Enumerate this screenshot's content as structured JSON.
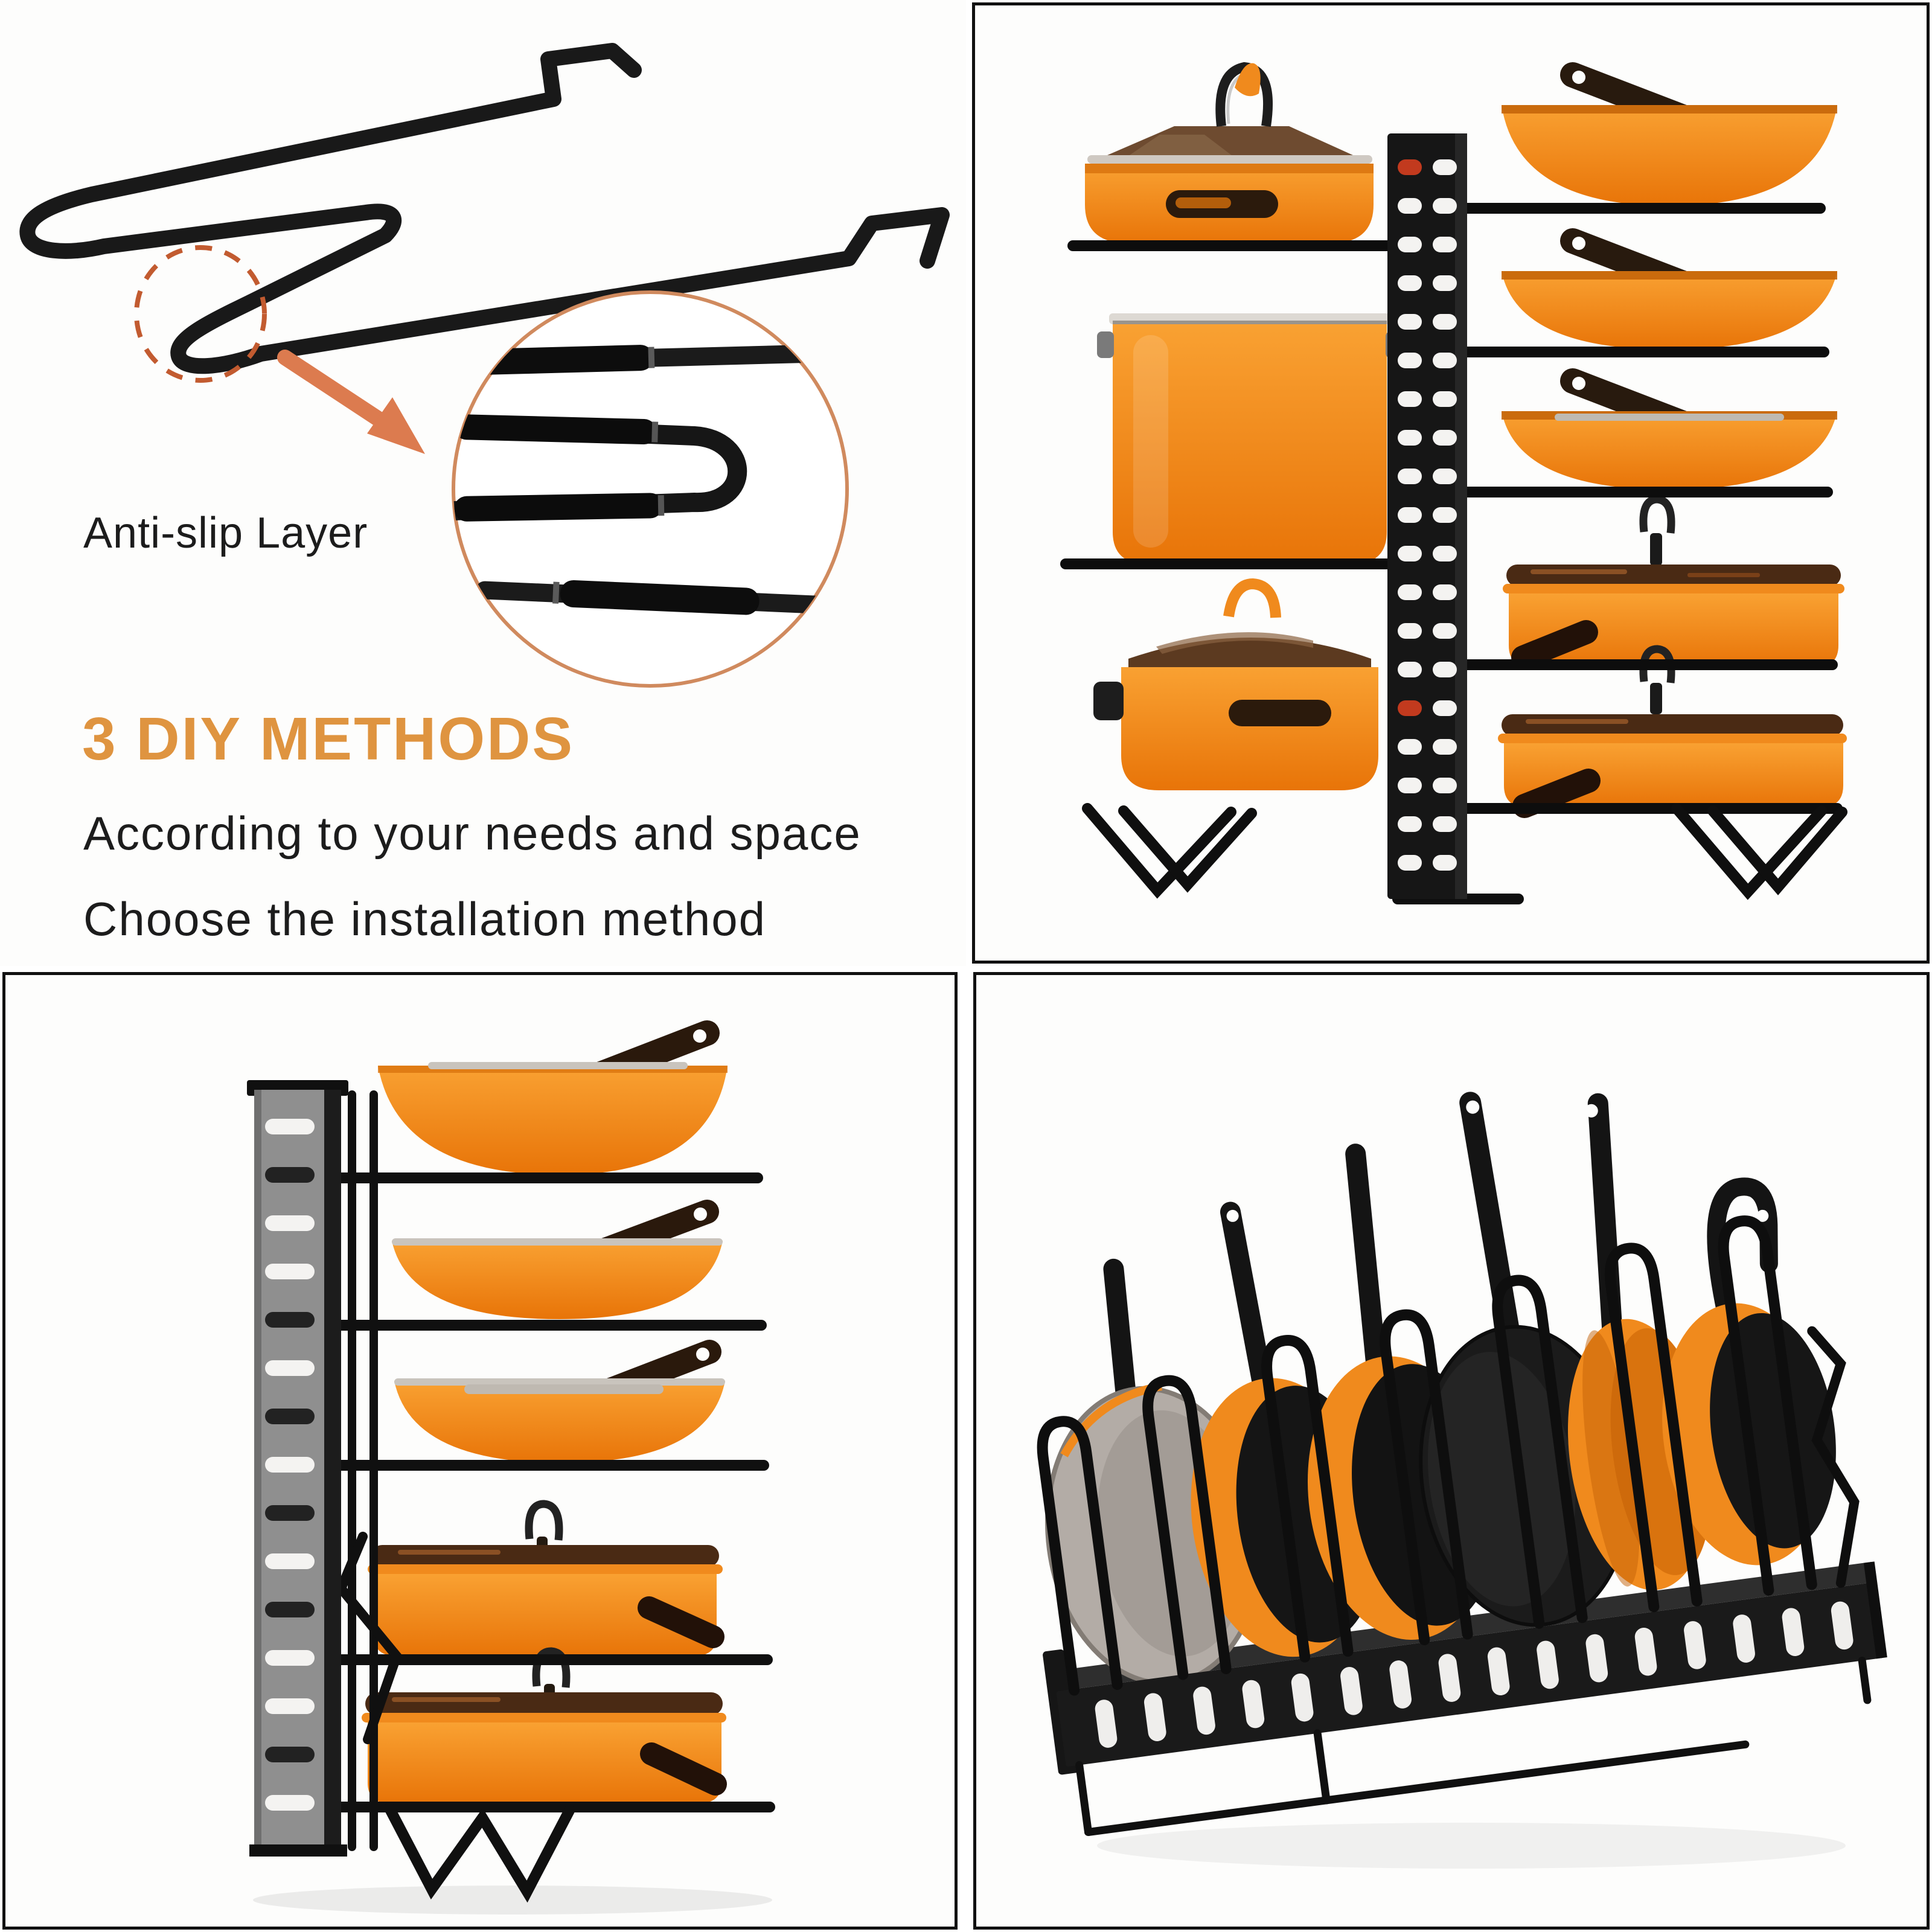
{
  "colors": {
    "background": "#FFFFFF",
    "panel_border": "#111111",
    "accent_heading": "#DF9440",
    "body_text": "#1C1C1C",
    "pot_orange": "#F08A1D",
    "pot_orange_dark": "#D9730E",
    "rack_black": "#161616",
    "rail_gray": "#8F8F8F",
    "arrow_orange": "#DC7B4F",
    "dashed_circle": "#C25B30",
    "magnifier_ring": "#D08A5E",
    "slot_white": "#F4F3F1",
    "red_slot": "#C23A1E"
  },
  "quadrants": {
    "diy_methods": {
      "anti_slip_label": "Anti-slip Layer",
      "heading": "3 DIY METHODS",
      "line1": "According to your needs and space",
      "line2": "Choose the installation method"
    }
  }
}
